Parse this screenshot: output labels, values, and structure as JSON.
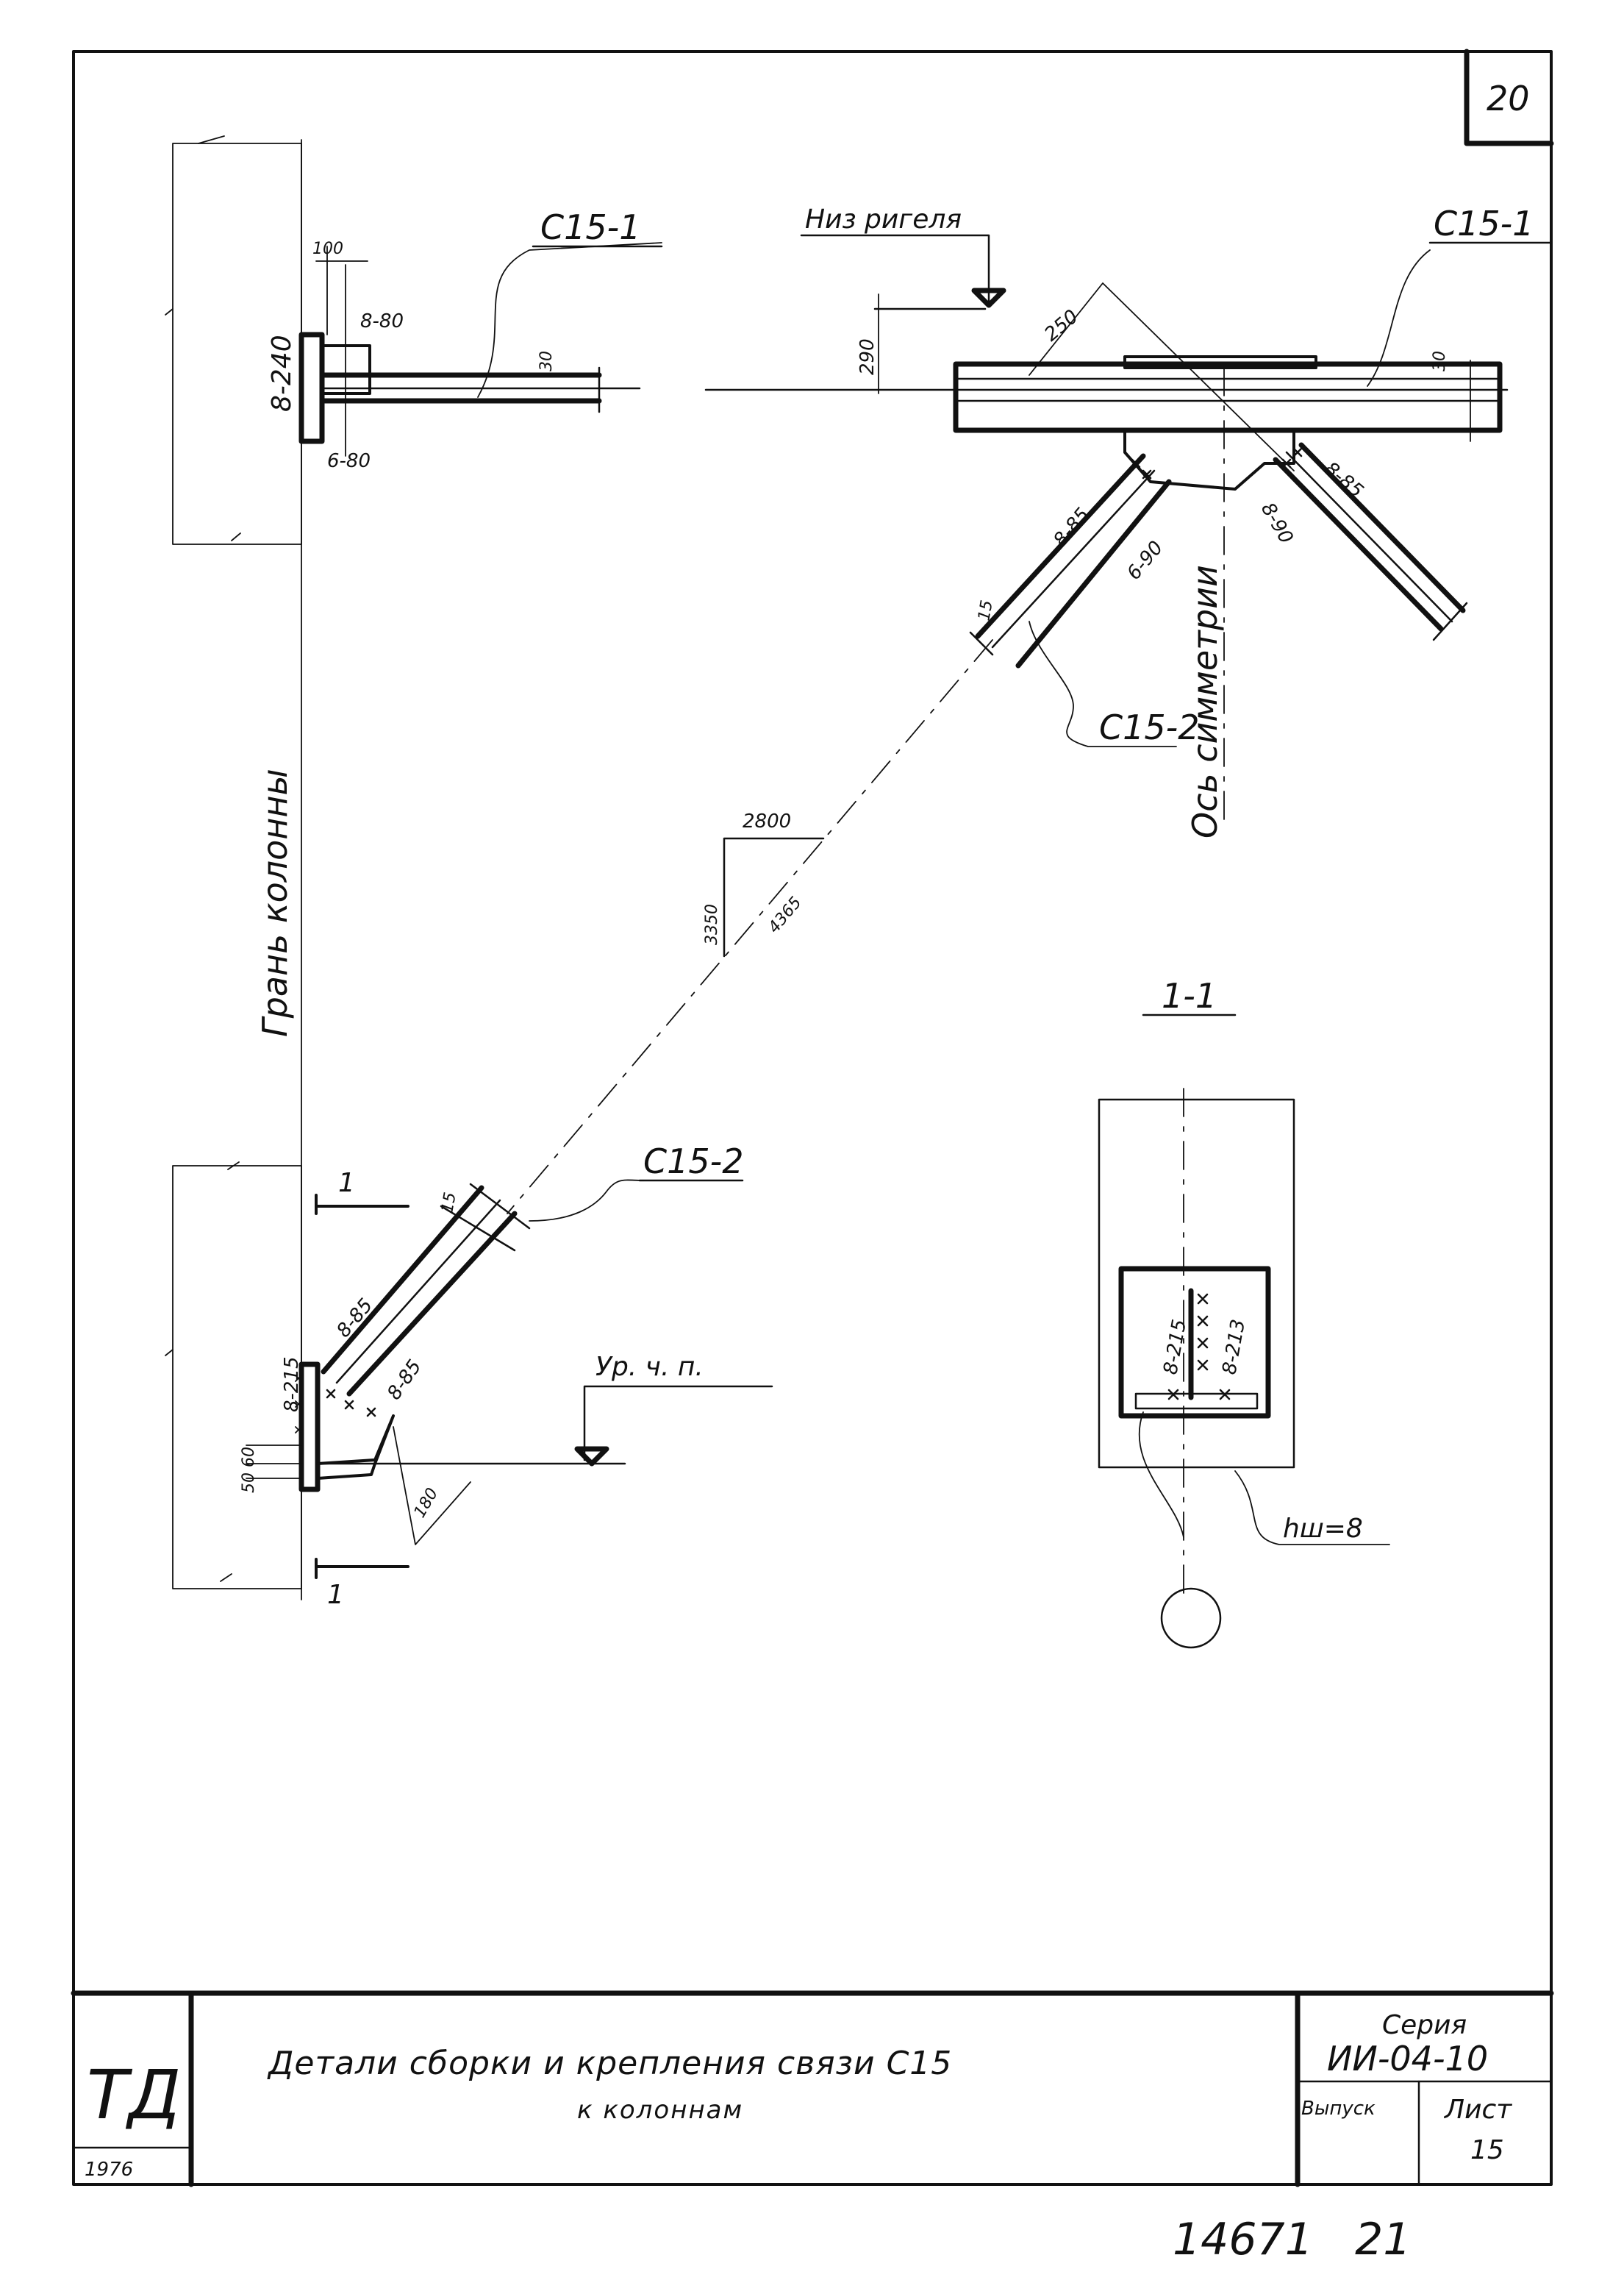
{
  "sheet_corner_number": "20",
  "title_block": {
    "logo": "ТД",
    "year": "1976",
    "title_line1": "Детали сборки и крепления связи С15",
    "title_line2": "к колоннам",
    "series_label": "Серия",
    "series_value": "ИИ-04-10",
    "issue_label": "Выпуск",
    "sheet_label": "Лист",
    "sheet_value": "15"
  },
  "bottom_numbers": "14671   21",
  "labels": {
    "column_face": "Грань колонны",
    "symmetry_axis": "Ось симметрии",
    "bottom_of_beam": "Низ ригеля",
    "floor_level": "Ур. ч. п.",
    "section_title": "1-1",
    "section_mark": "1",
    "part_c15_1": "С15-1",
    "part_c15_2": "С15-2",
    "weld_leg": "hш=8"
  },
  "dims": {
    "d100": "100",
    "d8_80": "8-80",
    "d8_240": "8-240",
    "d6_80": "6-80",
    "d30": "30",
    "d290": "290",
    "d250": "250",
    "d8_85": "8-85",
    "d6_90": "6-90",
    "d8_90": "8-90",
    "d2800": "2800",
    "d3350": "3350",
    "d4365": "4365",
    "d8_215": "8-215",
    "d8_213": "8-213",
    "d50_60": "50 60",
    "d180": "180",
    "d15": "15"
  }
}
